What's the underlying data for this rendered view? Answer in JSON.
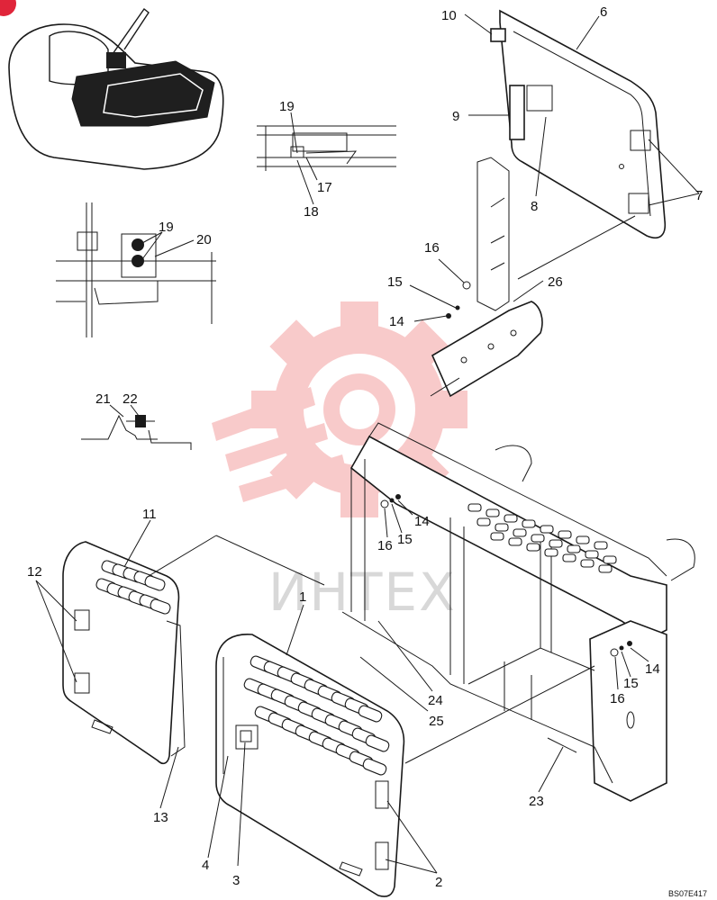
{
  "diagram_code": "BS07E417",
  "watermark_text": "ИНТЕХ",
  "watermark_color": "#f4a0a0",
  "corner_badge_color": "#e0253a",
  "callouts": [
    "1",
    "2",
    "2",
    "3",
    "4",
    "6",
    "7",
    "7",
    "8",
    "9",
    "10",
    "11",
    "12",
    "12",
    "13",
    "14",
    "14",
    "14",
    "15",
    "15",
    "15",
    "16",
    "16",
    "16",
    "17",
    "18",
    "19",
    "19",
    "20",
    "21",
    "22",
    "23",
    "24",
    "25",
    "26"
  ]
}
